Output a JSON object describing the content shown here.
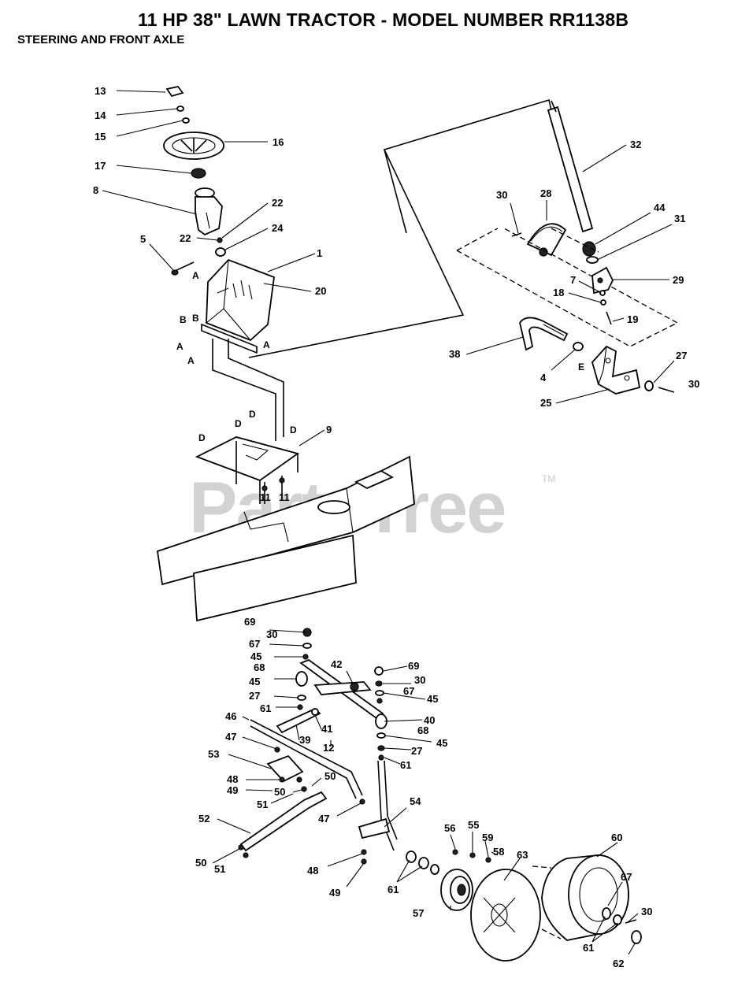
{
  "header": {
    "title": "11 HP 38\" LAWN TRACTOR - MODEL NUMBER RR1138B",
    "subtitle": "STEERING AND FRONT AXLE"
  },
  "watermark": {
    "text": "PartsTree",
    "tm": "TM"
  },
  "callouts": {
    "c13": "13",
    "c14": "14",
    "c15": "15",
    "c16": "16",
    "c17": "17",
    "c8": "8",
    "c22a": "22",
    "c22b": "22",
    "c24": "24",
    "c5": "5",
    "c1": "1",
    "c20": "20",
    "c32": "32",
    "c30a": "30",
    "c28": "28",
    "c44": "44",
    "c31": "31",
    "c29": "29",
    "c7": "7",
    "c18": "18",
    "c19": "19",
    "c38": "38",
    "c4": "4",
    "c27a": "27",
    "c30b": "30",
    "c25": "25",
    "c9": "9",
    "c11a": "11",
    "c11b": "11",
    "c69a": "69",
    "c30c": "30",
    "c67a": "67",
    "c45a": "45",
    "c68a": "68",
    "c45b": "45",
    "c27b": "27",
    "c61a": "61",
    "c42": "42",
    "c69b": "69",
    "c30d": "30",
    "c67b": "67",
    "c45c": "45",
    "c40": "40",
    "c68b": "68",
    "c45d": "45",
    "c27c": "27",
    "c61b": "61",
    "c46": "46",
    "c39": "39",
    "c41": "41",
    "c12": "12",
    "c47a": "47",
    "c53": "53",
    "c50a": "50",
    "c48a": "48",
    "c49a": "49",
    "c50b": "50",
    "c51a": "51",
    "c52": "52",
    "c47b": "47",
    "c54": "54",
    "c50c": "50",
    "c51b": "51",
    "c48b": "48",
    "c49b": "49",
    "c56": "56",
    "c55": "55",
    "c59": "59",
    "c58": "58",
    "c63": "63",
    "c60": "60",
    "c61c": "61",
    "c57": "57",
    "c67c": "67",
    "c30e": "30",
    "c61d": "61",
    "c62": "62"
  },
  "letters": {
    "a1": "A",
    "a2": "A",
    "a3": "A",
    "a4": "A",
    "b1": "B",
    "b2": "B",
    "d1": "D",
    "d2": "D",
    "d3": "D",
    "d4": "D",
    "e1": "E"
  }
}
